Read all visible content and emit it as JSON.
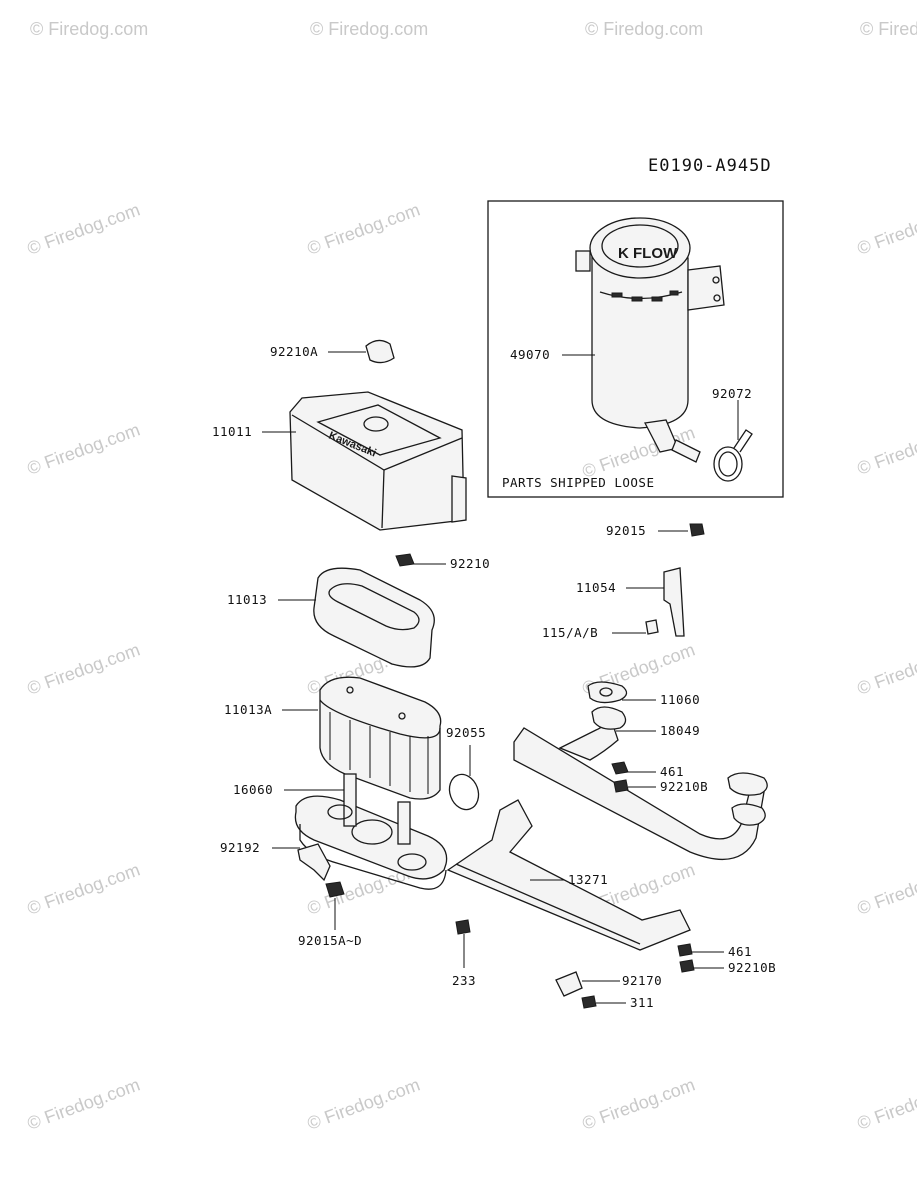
{
  "diagram_code": "E0190-A945D",
  "box_note": "PARTS SHIPPED LOOSE",
  "watermark_text": "© Firedog.com",
  "brand_decal": "Kawasaki",
  "muffler_decal": "K FLOW",
  "labels": {
    "p92210A": "92210A",
    "p11011": "11011",
    "p49070": "49070",
    "p92072": "92072",
    "p92210": "92210",
    "p11013": "11013",
    "p92015": "92015",
    "p11054": "11054",
    "p115AB": "115/A/B",
    "p11013A": "11013A",
    "p11060": "11060",
    "p92055": "92055",
    "p18049": "18049",
    "p461a": "461",
    "p92210Ba": "92210B",
    "p16060": "16060",
    "p92192": "92192",
    "p13271": "13271",
    "p92015AD": "92015A~D",
    "p461b": "461",
    "p92210Bb": "92210B",
    "p92170": "92170",
    "p233": "233",
    "p311": "311"
  },
  "colors": {
    "line": "#1a1a1a",
    "watermark": "#c9c9c9",
    "background": "#ffffff"
  }
}
